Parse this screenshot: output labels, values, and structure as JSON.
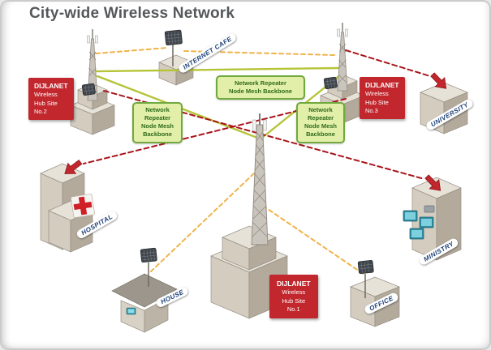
{
  "title": "City-wide Wireless Network",
  "hubs": {
    "hub2": {
      "lines": [
        "DIJLANET",
        "Wireless",
        "Hub Site",
        "No.2"
      ]
    },
    "hub3": {
      "lines": [
        "DIJLANET",
        "Wireless",
        "Hub Site",
        "No.3"
      ]
    },
    "hub1": {
      "lines": [
        "DIJLANET",
        "Wireless",
        "Hub Site",
        "No.1"
      ]
    }
  },
  "repeaters": {
    "top": {
      "lines": [
        "Network Repeater",
        "Node Mesh Backbone"
      ]
    },
    "left": {
      "lines": [
        "Network",
        "Repeater",
        "Node Mesh",
        "Backbone"
      ]
    },
    "right": {
      "lines": [
        "Network",
        "Repeater",
        "Node Mesh",
        "Backbone"
      ]
    }
  },
  "buildings": {
    "internet_cafe": "INTERNET CAFE",
    "university": "UNIVERSITY",
    "hospital": "HOSPITAL",
    "house": "HOUSE",
    "ministry": "MINISTRY",
    "office": "OFFICE"
  },
  "colors": {
    "backbone_line": "#b6c437",
    "access_line": "#f0b34a",
    "longhaul_line": "#a8151b",
    "hub_label_bg": "#c1272d",
    "repeater_bg": "#e2efa9",
    "repeater_border": "#71a83f",
    "repeater_text": "#2f6b1a",
    "building_tag_text": "#1b3f77",
    "title_text": "#54585a"
  }
}
